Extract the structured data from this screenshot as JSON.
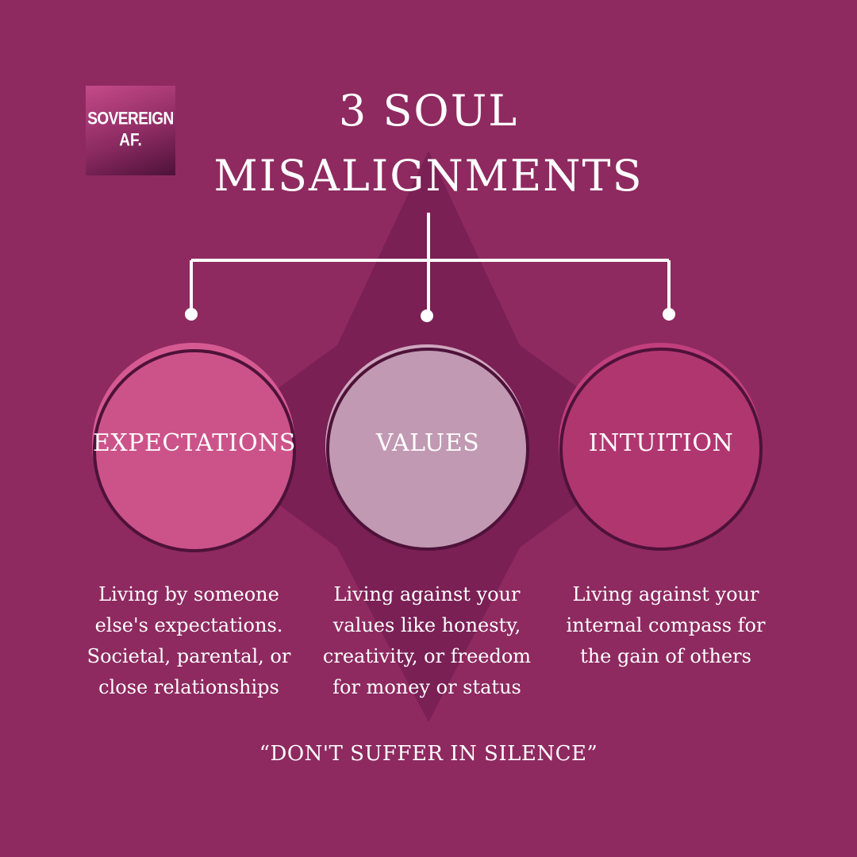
{
  "logo": {
    "line1": "SOVEREIGN",
    "line2": "AF."
  },
  "title": {
    "line1": "3 SOUL",
    "line2": "MISALIGNMENTS"
  },
  "nodes": [
    {
      "label": "EXPECTATIONS",
      "color": "#cc5389",
      "description_lines": [
        "Living by someone",
        "else's expectations.",
        "Societal, parental, or",
        "close relationships"
      ]
    },
    {
      "label": "VALUES",
      "color": "#c199b2",
      "description_lines": [
        "Living against your",
        "values like honesty,",
        "creativity, or freedom",
        "for money or status"
      ]
    },
    {
      "label": "INTUITION",
      "color": "#b03670",
      "description_lines": [
        "Living against your",
        "internal compass for",
        "the gain of others"
      ]
    }
  ],
  "quote": "“DON'T SUFFER IN SILENCE”",
  "colors": {
    "background": "#8e2a60",
    "star": "#7a2055",
    "outline": "#4e1239",
    "connector": "#ffffff"
  }
}
